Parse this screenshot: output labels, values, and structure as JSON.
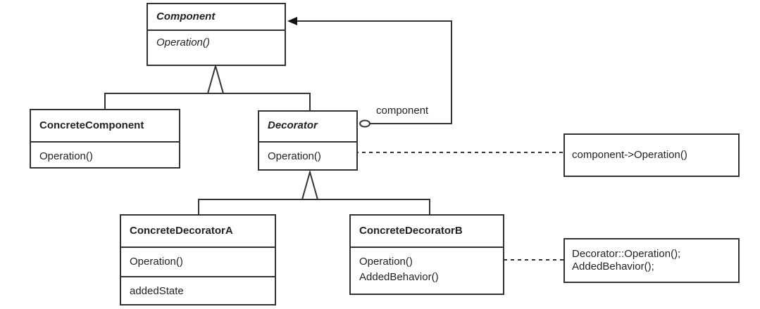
{
  "classes": {
    "component": {
      "name": "Component",
      "operations": [
        "Operation()"
      ]
    },
    "concrete_component": {
      "name": "ConcreteComponent",
      "operations": [
        "Operation()"
      ]
    },
    "decorator": {
      "name": "Decorator",
      "operations": [
        "Operation()"
      ]
    },
    "concrete_decorator_a": {
      "name": "ConcreteDecoratorA",
      "operations": [
        "Operation()"
      ],
      "attributes": [
        "addedState"
      ]
    },
    "concrete_decorator_b": {
      "name": "ConcreteDecoratorB",
      "operations": [
        "Operation()",
        "AddedBehavior()"
      ]
    }
  },
  "association_label": "component",
  "notes": {
    "decorator_operation": [
      "component->Operation()"
    ],
    "decorator_b_operation": [
      "Decorator::Operation();",
      "AddedBehavior();"
    ]
  }
}
